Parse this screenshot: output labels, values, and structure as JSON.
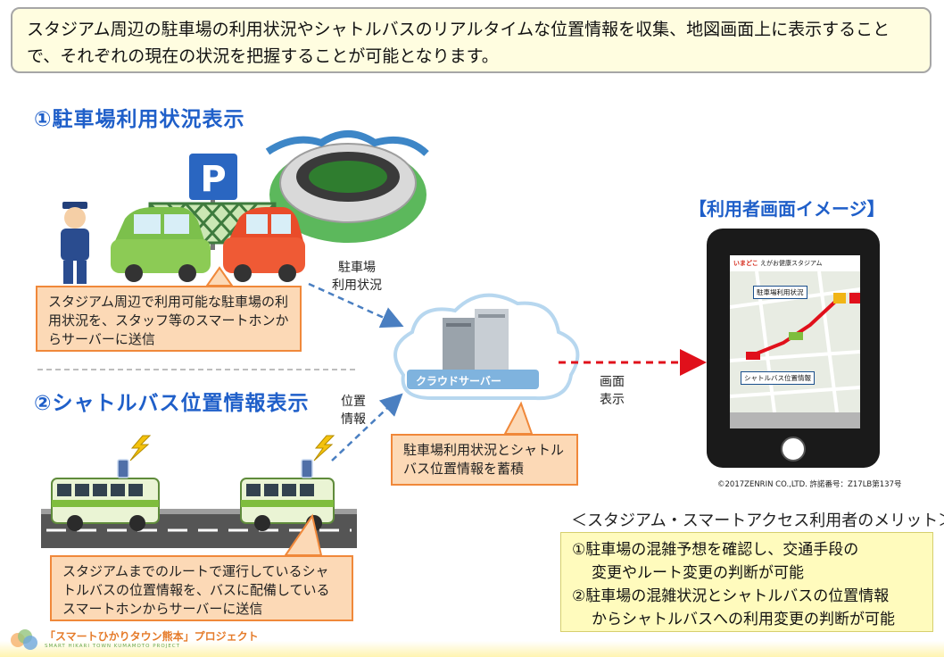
{
  "banner": {
    "text": "スタジアム周辺の駐車場の利用状況やシャトルバスのリアルタイムな位置情報を収集、地図画面上に表示することで、それぞれの現在の状況を把握することが可能となります。"
  },
  "section1": {
    "title": "①駐車場利用状況表示",
    "callout": "スタジアム周辺で利用可能な駐車場の利用状況を、スタッフ等のスマートホンからサーバーに送信",
    "arrow_label": "駐車場\n利用状況"
  },
  "section2": {
    "title": "②シャトルバス位置情報表示",
    "callout": "スタジアムまでのルートで運行しているシャトルバスの位置情報を、バスに配備しているスマートホンからサーバーに送信",
    "arrow_label": "位置\n情報"
  },
  "server": {
    "label": "クラウドサーバー",
    "callout": "駐車場利用状況とシャトルバス位置情報を蓄積",
    "arrow_label": "画面\n表示"
  },
  "phone": {
    "title": "【利用者画面イメージ】",
    "header_red": "いまどこ",
    "header_text": "えがお健康スタジアム",
    "label_parking": "駐車場利用状況",
    "label_bus": "シャトルバス位置情報",
    "copyright": "©2017ZENRIN CO.,LTD. 許諾番号：Z17LB第137号"
  },
  "merit": {
    "title": "＜スタジアム・スマートアクセス利用者のメリット＞",
    "item1_line1": "①駐車場の混雑予想を確認し、交通手段の",
    "item1_line2": "変更やルート変更の判断が可能",
    "item2_line1": "②駐車場の混雑状況とシャトルバスの位置情報",
    "item2_line2": "からシャトルバスへの利用変更の判断が可能"
  },
  "logo": {
    "text": "「スマートひかりタウン熊本」プロジェクト",
    "sub": "SMART HIKARI TOWN KUMAMOTO PROJECT"
  },
  "parking_sign": "P",
  "colors": {
    "title_blue": "#1f5fc9",
    "callout_fill": "#fcd9b6",
    "callout_border": "#f0883a",
    "arrow_blue": "#4a7fc1",
    "arrow_red": "#e0101b",
    "merit_fill": "#fffbbd"
  }
}
